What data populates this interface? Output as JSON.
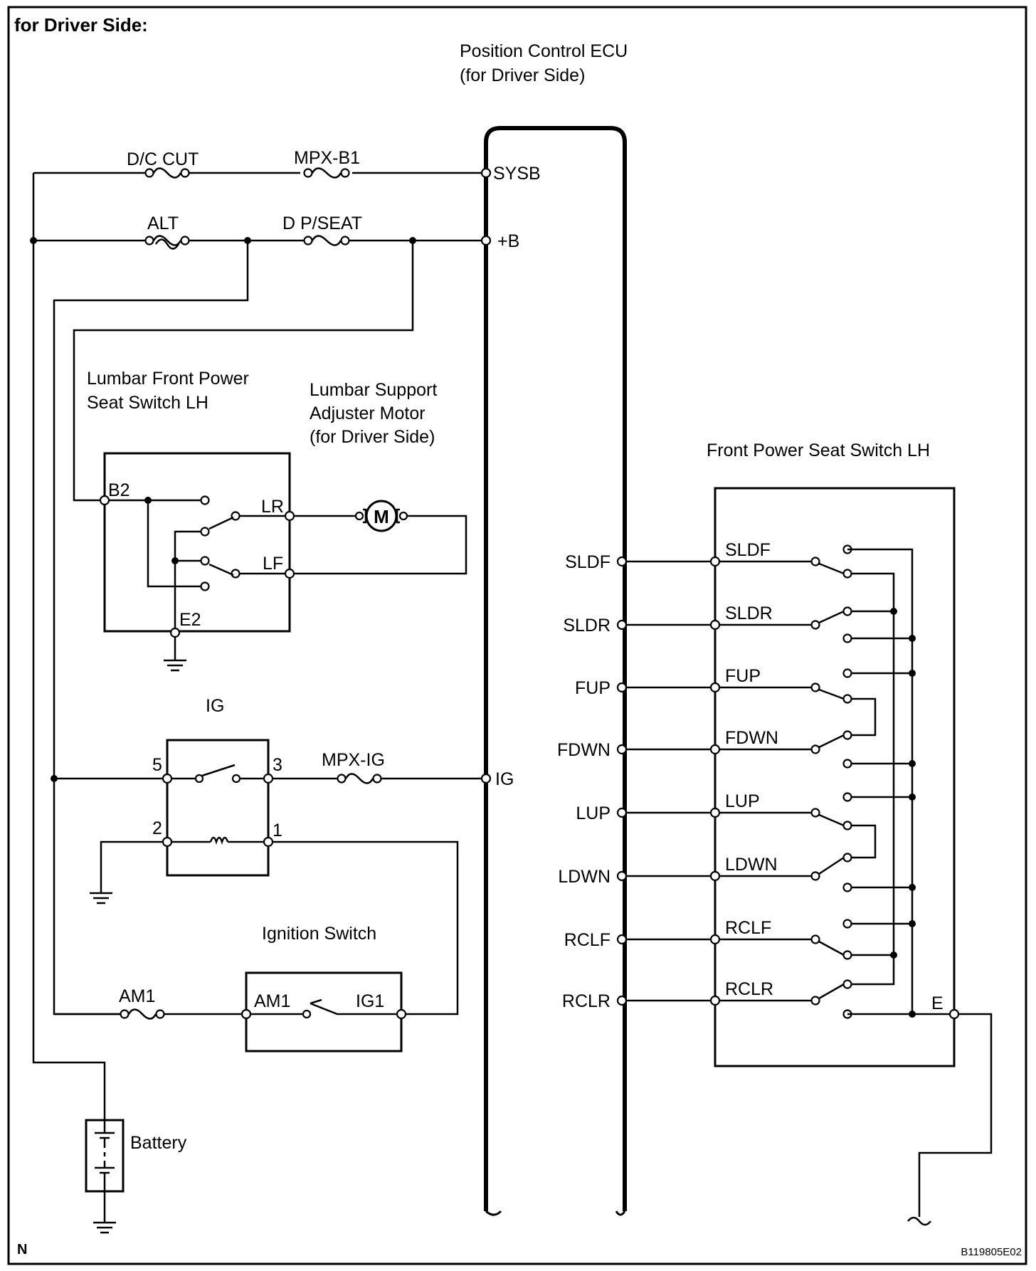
{
  "header": "for Driver Side:",
  "footer": {
    "left": "N",
    "right": "B119805E02"
  },
  "ecu": {
    "title_line1": "Position Control ECU",
    "title_line2": "(for Driver Side)",
    "pins": {
      "sysb": "SYSB",
      "b": "+B",
      "ig": "IG"
    },
    "left_pins": [
      "SLDF",
      "SLDR",
      "FUP",
      "FDWN",
      "LUP",
      "LDWN",
      "RCLF",
      "RCLR"
    ]
  },
  "fuses": {
    "dc_cut": "D/C CUT",
    "mpx_b1": "MPX-B1",
    "alt": "ALT",
    "dp_seat": "D P/SEAT",
    "mpx_ig": "MPX-IG",
    "am1": "AM1"
  },
  "lumbar_switch": {
    "title_line1": "Lumbar Front Power",
    "title_line2": "Seat Switch LH",
    "pins": {
      "b2": "B2",
      "lr": "LR",
      "lf": "LF",
      "e2": "E2"
    }
  },
  "lumbar_motor": {
    "title_line1": "Lumbar Support",
    "title_line2": "Adjuster Motor",
    "title_line3": "(for Driver Side)",
    "symbol": "M"
  },
  "ig_relay": {
    "title": "IG",
    "pins": {
      "p5": "5",
      "p3": "3",
      "p2": "2",
      "p1": "1"
    }
  },
  "ignition_switch": {
    "title": "Ignition Switch",
    "pins": {
      "am1": "AM1",
      "ig1": "IG1"
    }
  },
  "battery": {
    "label": "Battery"
  },
  "front_switch": {
    "title": "Front Power Seat Switch LH",
    "pins": [
      "SLDF",
      "SLDR",
      "FUP",
      "FDWN",
      "LUP",
      "LDWN",
      "RCLF",
      "RCLR"
    ],
    "ground_pin": "E"
  }
}
